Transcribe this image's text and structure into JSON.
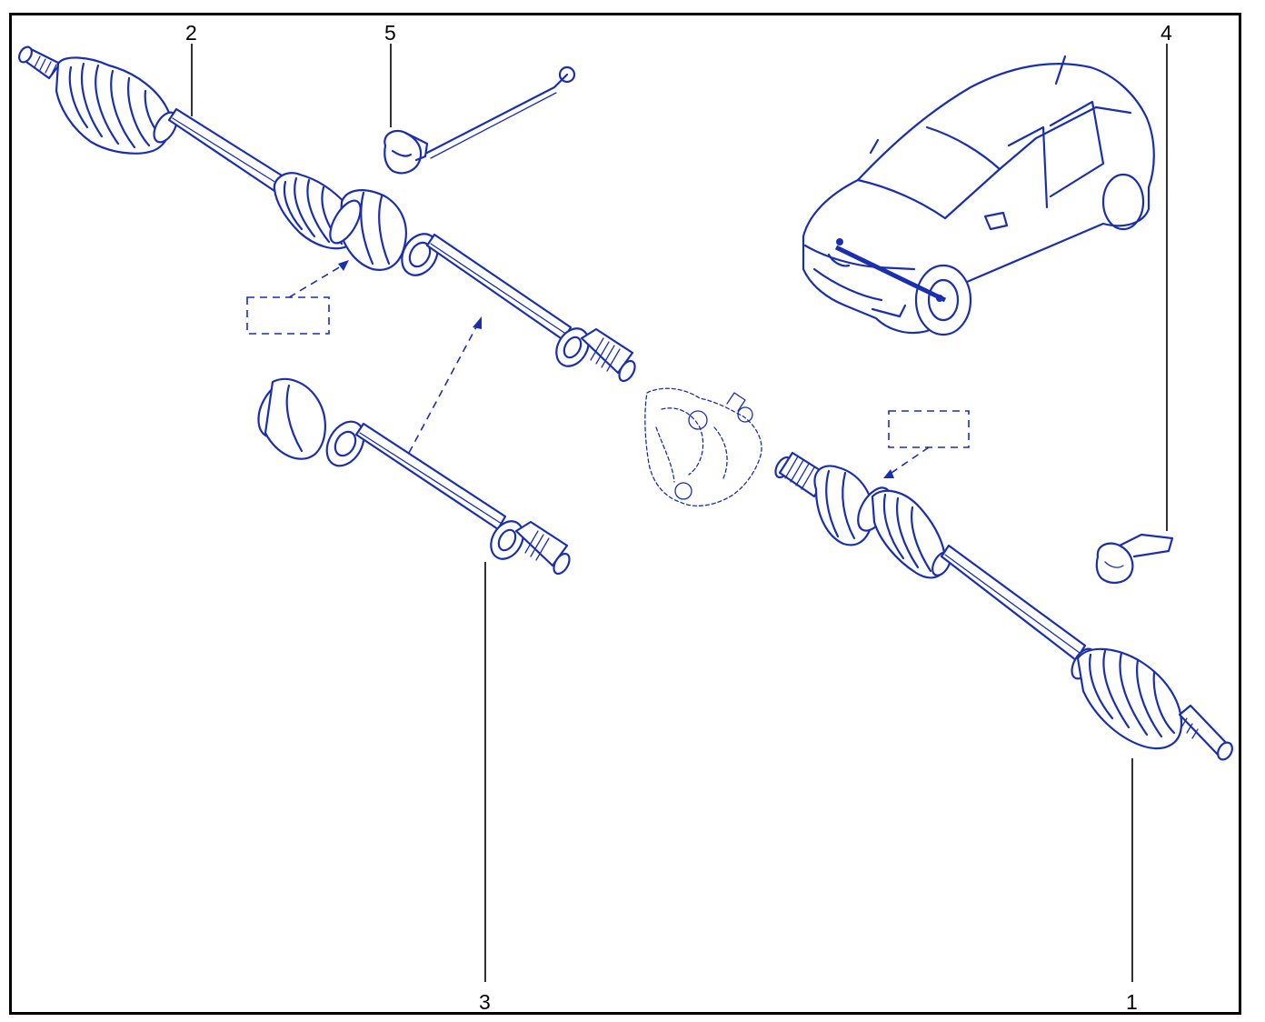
{
  "diagram": {
    "callouts": [
      {
        "id": "1",
        "label": "1"
      },
      {
        "id": "2",
        "label": "2"
      },
      {
        "id": "3",
        "label": "3"
      },
      {
        "id": "4",
        "label": "4"
      },
      {
        "id": "5",
        "label": "5"
      }
    ],
    "colors": {
      "line_art": "#1a2fb0",
      "frame": "#000000",
      "background": "#ffffff"
    }
  }
}
